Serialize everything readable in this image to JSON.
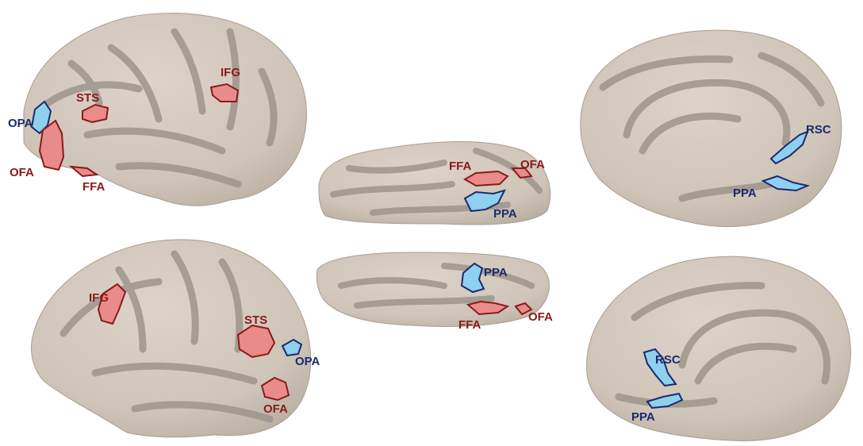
{
  "colors": {
    "face_region_fill": "#e98b8b",
    "face_region_outline": "#8b1a1a",
    "scene_region_fill": "#8fd0ee",
    "scene_region_outline": "#1b2a6e",
    "gyrus": "#d4c9bd",
    "sulcus": "#9e958b",
    "background": "#ffffff"
  },
  "panels": {
    "left_lateral": {
      "labels": {
        "opa": "OPA",
        "sts": "STS",
        "ifg": "IFG",
        "ofa": "OFA",
        "ffa": "FFA"
      }
    },
    "ventral_top": {
      "labels": {
        "ffa": "FFA",
        "ofa": "OFA",
        "ppa": "PPA"
      }
    },
    "left_medial": {
      "labels": {
        "rsc": "RSC",
        "ppa": "PPA"
      }
    },
    "right_lateral": {
      "labels": {
        "ifg": "IFG",
        "sts": "STS",
        "opa": "OPA",
        "ofa": "OFA"
      }
    },
    "ventral_bottom": {
      "labels": {
        "ppa": "PPA",
        "ffa": "FFA",
        "ofa": "OFA"
      }
    },
    "right_medial": {
      "labels": {
        "rsc": "RSC",
        "ppa": "PPA"
      }
    }
  }
}
